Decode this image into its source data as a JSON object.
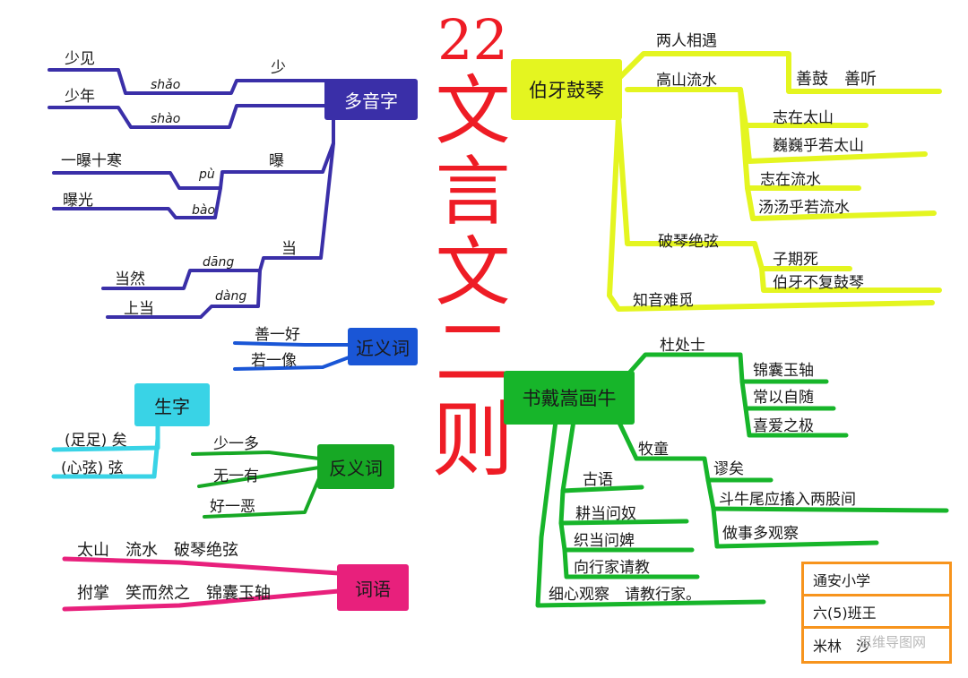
{
  "title": {
    "number": "22",
    "chars": [
      "文",
      "言",
      "文",
      "二",
      "则"
    ]
  },
  "colors": {
    "title": "#ee1c25",
    "polyphone": "#3a2fa8",
    "synonym": "#1a56d6",
    "new_chars": "#39d3e6",
    "antonym": "#17a825",
    "words": "#e8207c",
    "boya": "#e4f520",
    "painting": "#17b52a",
    "credit_border": "#f7941d"
  },
  "polyphone": {
    "label": "多音字",
    "groups": [
      {
        "char": "少",
        "words": [
          {
            "word": "少见",
            "pinyin": "shǎo"
          },
          {
            "word": "少年",
            "pinyin": "shào"
          }
        ]
      },
      {
        "char": "曝",
        "words": [
          {
            "word": "一曝十寒",
            "pinyin": "pù"
          },
          {
            "word": "曝光",
            "pinyin": "bào"
          }
        ]
      },
      {
        "char": "当",
        "words": [
          {
            "word": "当然",
            "pinyin": "dāng"
          },
          {
            "word": "上当",
            "pinyin": "dàng"
          }
        ]
      }
    ]
  },
  "synonym": {
    "label": "近义词",
    "items": [
      "善一好",
      "若一像"
    ]
  },
  "new_chars": {
    "label": "生字",
    "items": [
      "(足足) 矣",
      "(心弦) 弦"
    ]
  },
  "antonym": {
    "label": "反义词",
    "items": [
      "少一多",
      "无一有",
      "好一恶"
    ]
  },
  "words": {
    "label": "词语",
    "line1": "太山　流水　破琴绝弦",
    "line2": "拊掌　笑而然之　锦囊玉轴"
  },
  "boya": {
    "label": "伯牙鼓琴",
    "meet": "两人相遇",
    "mountain_water": "高山流水",
    "good_at": "善鼓　善听",
    "sub": [
      "志在太山",
      "巍巍乎若太山",
      "志在流水",
      "汤汤乎若流水"
    ],
    "break_qin": "破琴绝弦",
    "break_sub": [
      "子期死",
      "伯牙不复鼓琴"
    ],
    "zhiyin": "知音难觅"
  },
  "painting": {
    "label": "书戴嵩画牛",
    "du": "杜处士",
    "du_sub": [
      "锦囊玉轴",
      "常以自随",
      "喜爱之极"
    ],
    "boy": "牧童",
    "boy_sub": [
      "谬矣",
      "斗牛尾应搐入两股间",
      "做事多观察"
    ],
    "saying": "古语",
    "saying_sub": [
      "耕当问奴",
      "织当问婢",
      "向行家请教"
    ],
    "summary": "细心观察　请教行家。"
  },
  "credit": {
    "school": "通安小学",
    "class": "六(5)班王",
    "name": "米林　沙"
  },
  "watermark": "思维导图网"
}
